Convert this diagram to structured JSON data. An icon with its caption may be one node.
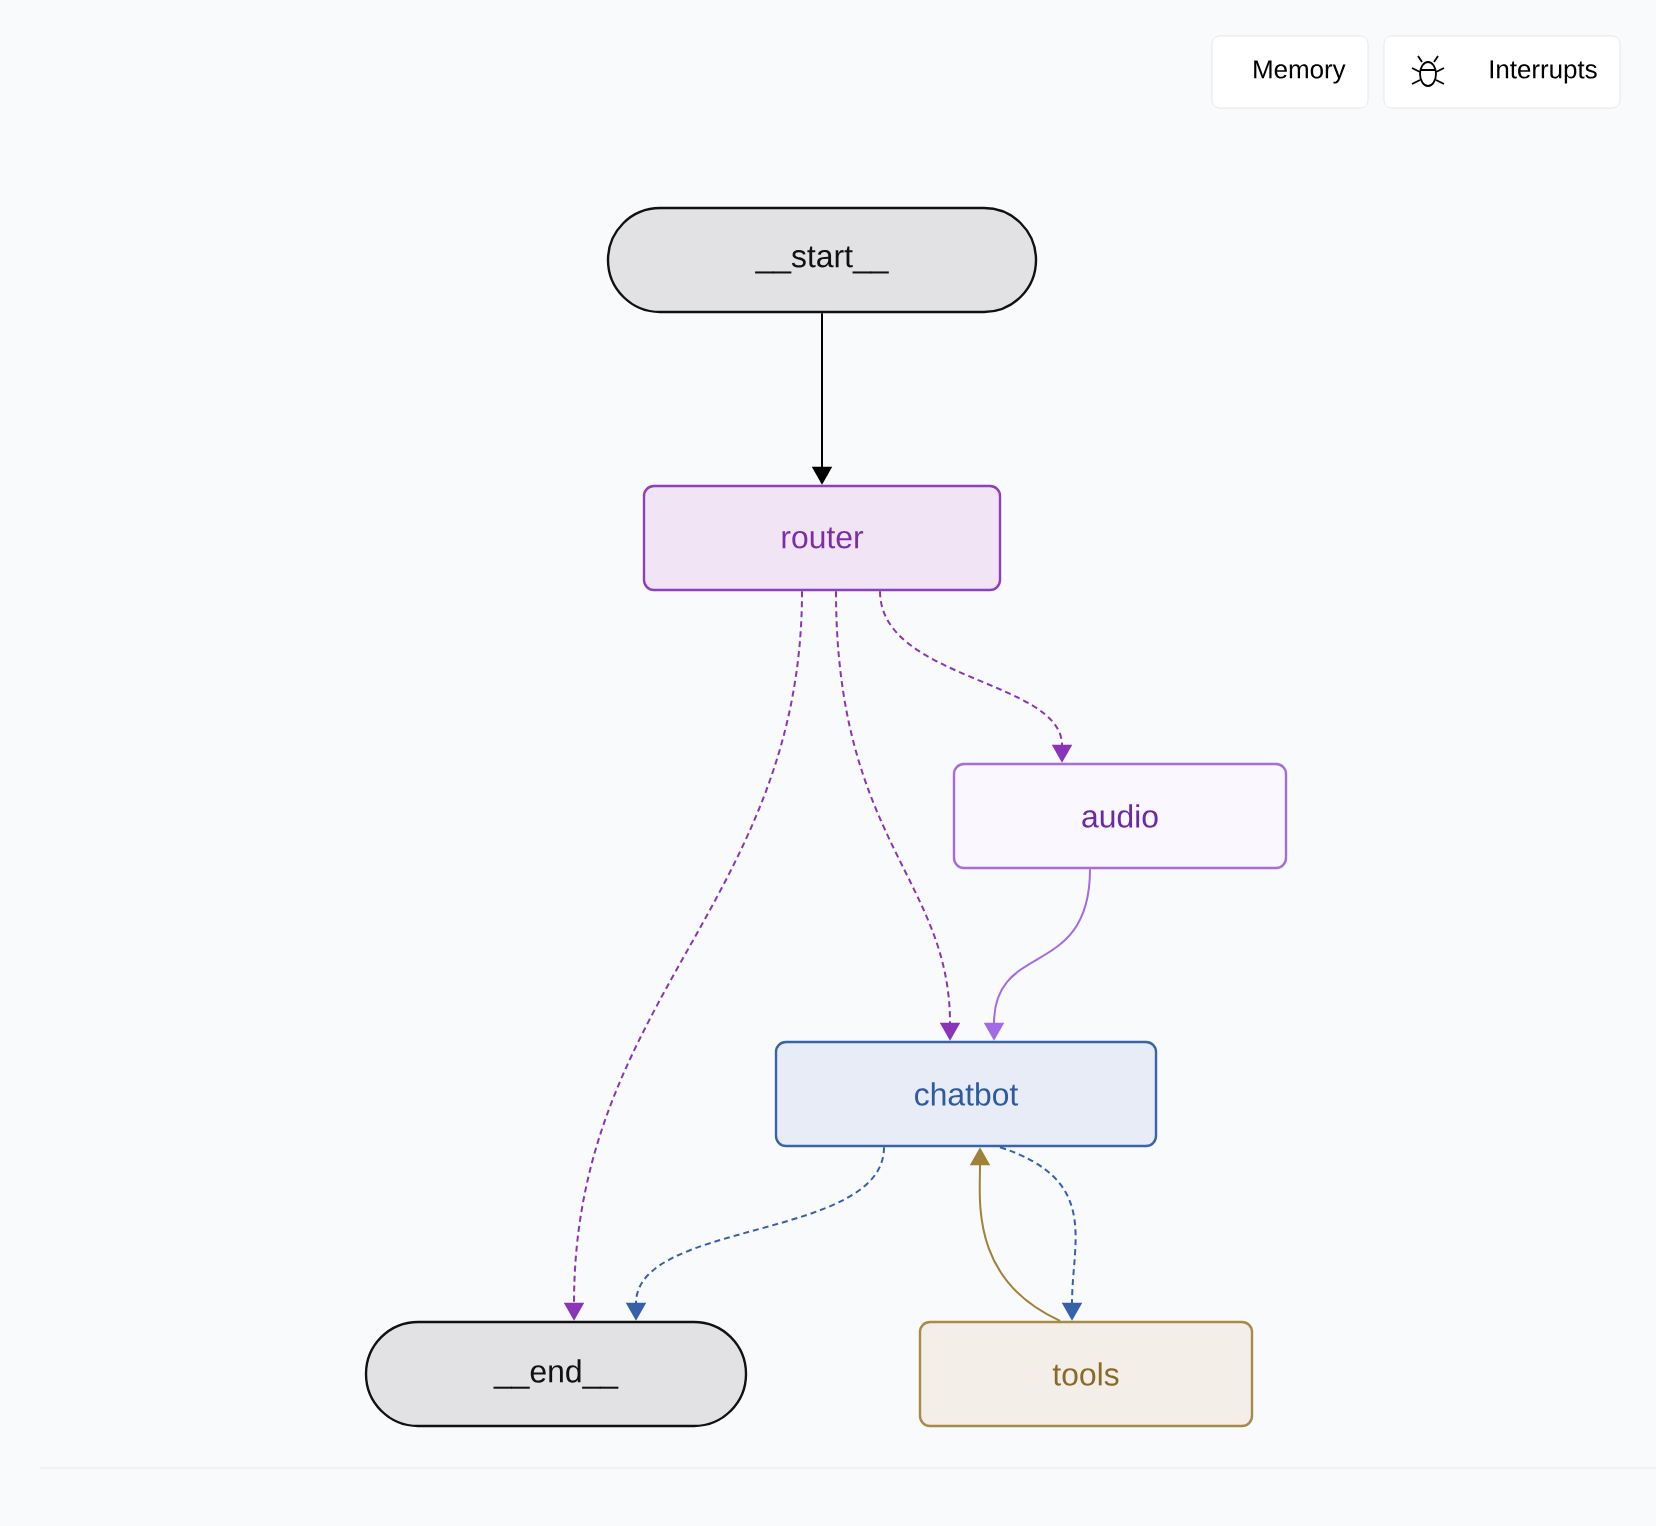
{
  "diagram": {
    "nodes": [
      {
        "text": [
          "__start__"
        ]
      },
      {
        "text": [
          "router"
        ]
      },
      {
        "text": [
          "audio"
        ]
      },
      {
        "text": [
          "chatbot"
        ]
      },
      {
        "text": [
          "__end__"
        ]
      },
      {
        "text": [
          "tools"
        ]
      }
    ],
    "edges": [
      {
        "from": 0,
        "to": 1,
        "arrow": "to",
        "color": "#000000"
      },
      {
        "from": 1,
        "to": 2,
        "arrow": "to",
        "style": "dashed",
        "color": "#8a35b8"
      },
      {
        "from": 1,
        "to": 3,
        "arrow": "to",
        "style": "dashed",
        "color": "#8a35b8"
      },
      {
        "from": 1,
        "to": 4,
        "arrow": "to",
        "style": "dashed",
        "color": "#8a35b8"
      },
      {
        "from": 2,
        "to": 3,
        "arrow": "to",
        "color": "#a46be6"
      },
      {
        "from": 3,
        "to": 4,
        "arrow": "to",
        "style": "dashed",
        "color": "#3760a8"
      },
      {
        "from": 3,
        "to": 5,
        "arrow": "to",
        "style": "dashed",
        "color": "#3760a8"
      },
      {
        "from": 5,
        "to": 3,
        "arrow": "to",
        "color": "#a08238"
      }
    ],
    "labels": [
      "Memory",
      "Interrupts"
    ]
  }
}
